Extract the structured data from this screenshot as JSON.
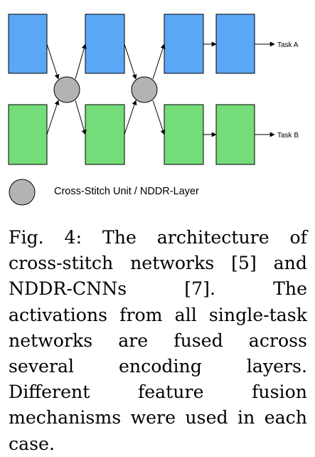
{
  "diagram": {
    "task_a_label": "Task A",
    "task_b_label": "Task B",
    "legend_label": "Cross-Stitch Unit / NDDR-Layer",
    "colors": {
      "task_a_layer": "#5aa7f5",
      "task_b_layer": "#74dc78",
      "fusion_unit": "#b3b3b3"
    }
  },
  "caption": {
    "text": "Fig. 4: The architecture of cross-stitch networks [5] and NDDR-CNNs [7]. The activations from all single-task networks are fused across several encoding layers. Different feature fusion mechanisms were used in each case."
  }
}
